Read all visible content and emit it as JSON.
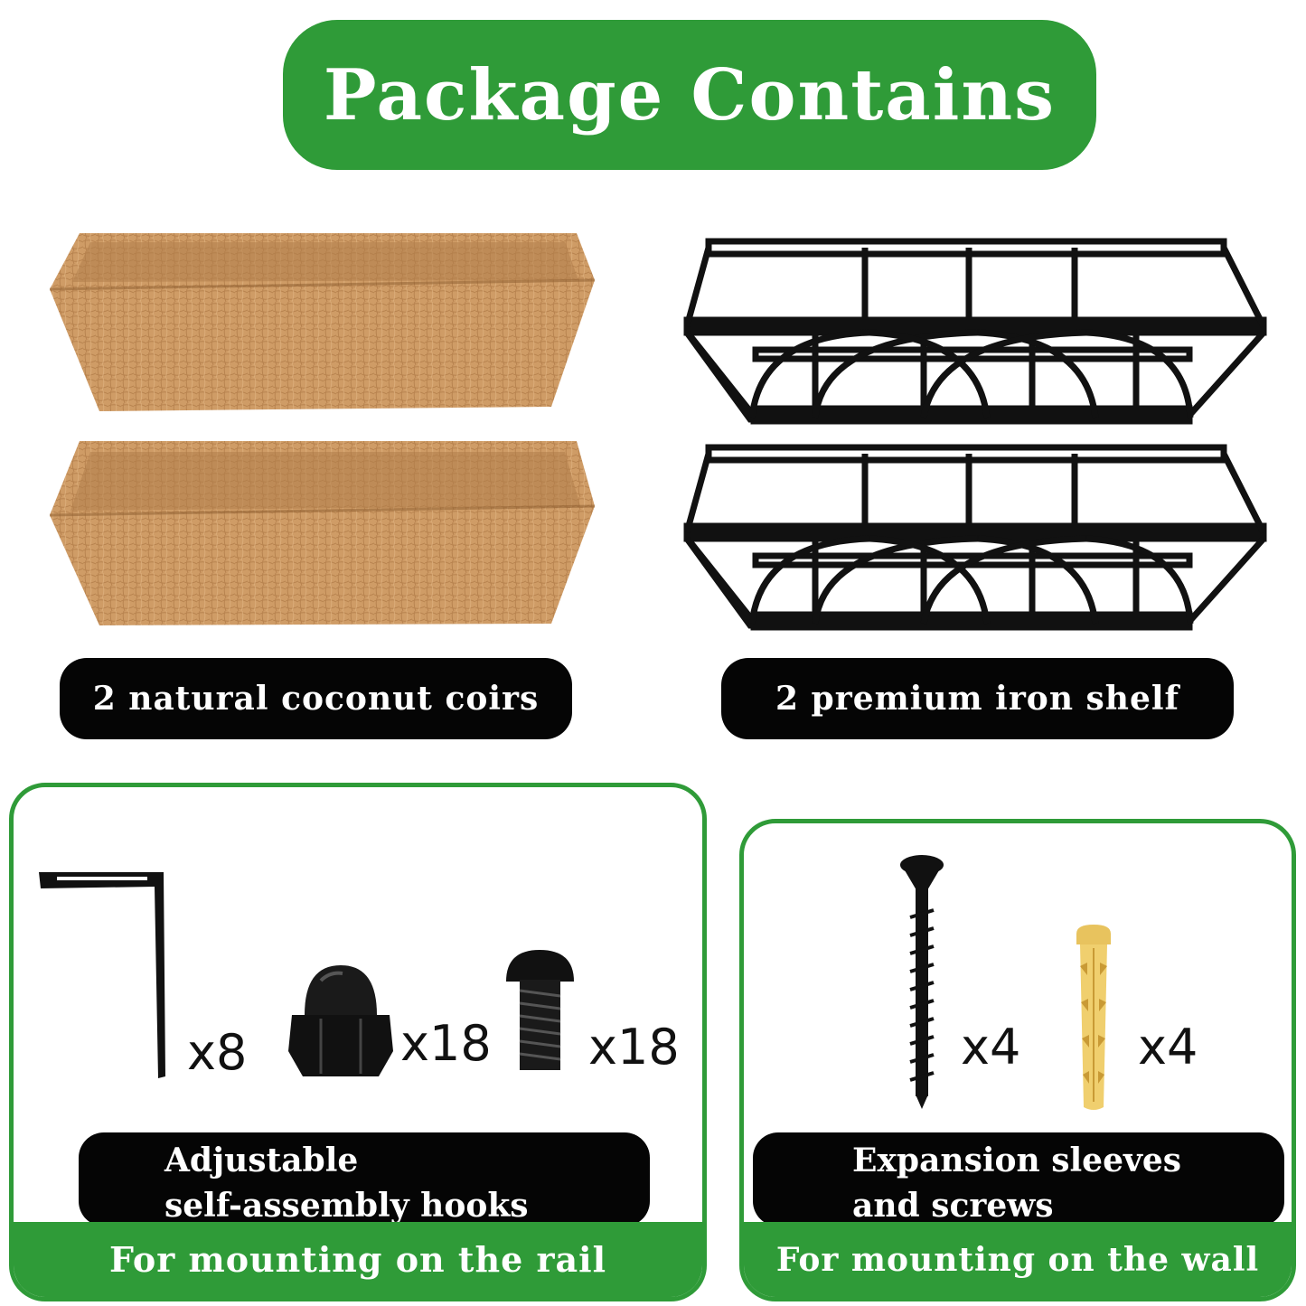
{
  "title": "Package Contains",
  "products": {
    "coir": {
      "label": "2 natural coconut coirs",
      "icon": "coconut-coir-liner-icon"
    },
    "shelf": {
      "label": "2 premium iron shelf",
      "icon": "iron-shelf-icon"
    }
  },
  "rail_kit": {
    "items": [
      {
        "icon": "l-bracket-hook-icon",
        "qty": "x8"
      },
      {
        "icon": "cap-nut-icon",
        "qty": "x18"
      },
      {
        "icon": "bolt-icon",
        "qty": "x18"
      }
    ],
    "label_line1": "Adjustable",
    "label_line2": "self-assembly hooks",
    "footer": "For mounting on the rail"
  },
  "wall_kit": {
    "items": [
      {
        "icon": "screw-icon",
        "qty": "x4"
      },
      {
        "icon": "expansion-sleeve-icon",
        "qty": "x4"
      }
    ],
    "label_line1": "Expansion sleeves",
    "label_line2": "and screws",
    "footer": "For mounting on the wall"
  },
  "colors": {
    "brand_green": "#2f9b38",
    "label_black": "#050505",
    "coir_brown": "#c9955f"
  }
}
